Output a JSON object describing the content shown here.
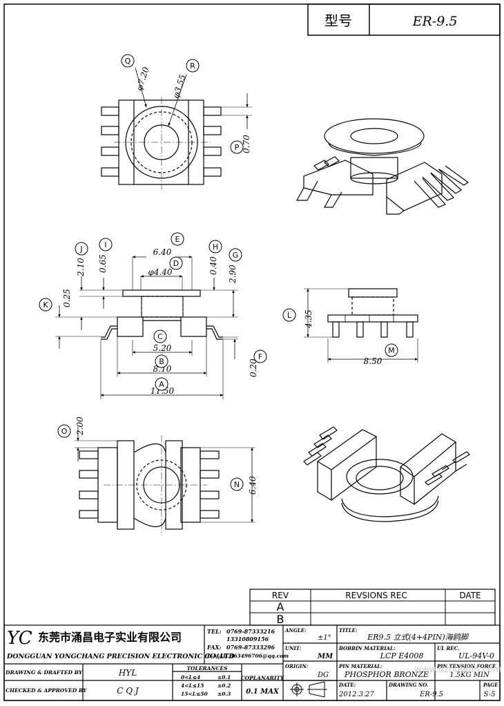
{
  "header": {
    "model_label": "型号",
    "model_value": "ER-9.5"
  },
  "callouts": [
    "Q",
    "R",
    "P",
    "I",
    "E",
    "J",
    "H",
    "G",
    "D",
    "K",
    "L",
    "C",
    "M",
    "B",
    "F",
    "A",
    "O",
    "N"
  ],
  "dimensions": {
    "Q": "φ7.20",
    "R": "φ3.55",
    "P": "0.70",
    "E": "6.40",
    "J": "2.10",
    "I": "0.65",
    "H": "0.40",
    "G": "2.90",
    "D": "φ4.40",
    "K": "0.25",
    "C": "5.20",
    "B": "8.10",
    "A": "11.50",
    "F": "0.20",
    "L": "4.35",
    "M": "8.50",
    "O": "2.00",
    "N": "6.40"
  },
  "revision_table": {
    "headers": [
      "REV",
      "REVSIONS REC",
      "DATE"
    ],
    "rows": [
      [
        "A",
        "",
        ""
      ],
      [
        "B",
        "",
        ""
      ]
    ]
  },
  "title_block": {
    "logo": "YC",
    "company_cn": "东莞市涌昌电子实业有限公司",
    "company_en": "DONGGUAN YONGCHANG PRECISION ELECTRONIC CO.,LTD",
    "tel_label": "TEL:",
    "tel_1": "0769-87333216",
    "tel_2": "13310809156",
    "fax_label": "FAX:",
    "fax": "0769-87333296",
    "email_label": "E-MAIL:",
    "email": "363496706@qq.com",
    "angle_label": "ANGLE:",
    "angle_value": "±1°",
    "title_label": "TITLE:",
    "title_value": "ER9.5 立式(4+4PIN)海鸥脚",
    "unit_label": "UNIT:",
    "unit_value": "MM",
    "bobbin_label": "BOBBIN MATERIAL:",
    "bobbin_value": "LCP E4008",
    "ul_label": "UL REC.",
    "ul_value": "UL-94V-0",
    "origin_label": "ORIGIN:",
    "origin_value": "DG",
    "pin_label": "PIN MATERIAL:",
    "pin_value": "PHOSPHOR BRONZE",
    "pin_tension_label": "PIN TENSION FORCE",
    "pin_tension_value": "1.5KG MIN",
    "drawn_label": "DRAWING & DRAFTED BY",
    "drawn_value": "HYL",
    "checked_label": "CHECKED & APPROVED BY",
    "checked_value": "C Q J",
    "tolerances_label": "TOLERANCES",
    "tol_rows": [
      [
        "0<L≤4",
        "±0.1"
      ],
      [
        "4<L≤15",
        "±0.2"
      ],
      [
        "15<L≤50",
        "±0.3"
      ]
    ],
    "coplanarity_label": "COPLANARITY",
    "coplanarity_value": "0.1 MAX",
    "date_label": "DATE:",
    "date_value": "2012.3.27",
    "drawing_no_label": "DRAWING NO.",
    "drawing_no_value": "ER-9.5",
    "page_label": "PAGE",
    "page_value": "S-5",
    "watermark": "www.dzbobbin.com"
  }
}
